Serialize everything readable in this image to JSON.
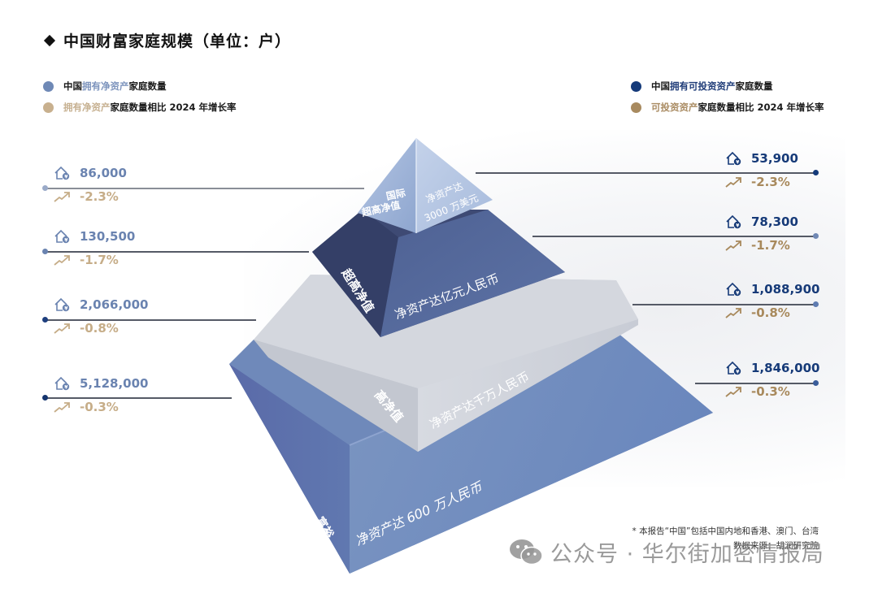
{
  "title": "中国财富家庭规模（单位：户）",
  "legend": {
    "left": [
      {
        "parts": [
          {
            "text": "中国",
            "color": "#1a1a1a"
          },
          {
            "text": "拥有净资产",
            "color": "#7d94bd"
          },
          {
            "text": "家庭数量",
            "color": "#1a1a1a"
          }
        ],
        "dot_color": "#6f89b6"
      },
      {
        "parts": [
          {
            "text": "拥有净资产",
            "color": "#c6b090"
          },
          {
            "text": "家庭数量相比 2024 年增长率",
            "color": "#1a1a1a"
          }
        ],
        "dot_color": "#c8b08e"
      }
    ],
    "right": [
      {
        "parts": [
          {
            "text": "中国",
            "color": "#1a1a1a"
          },
          {
            "text": "拥有可投资资产",
            "color": "#1f3c78"
          },
          {
            "text": "家庭数量",
            "color": "#1a1a1a"
          }
        ],
        "dot_color": "#153a7a"
      },
      {
        "parts": [
          {
            "text": "可投资资产",
            "color": "#a98b62"
          },
          {
            "text": "家庭数量相比 2024 年增长率",
            "color": "#1a1a1a"
          }
        ],
        "dot_color": "#a88a5f"
      }
    ]
  },
  "pyramid": {
    "tiers": [
      {
        "name": "国际超高净值",
        "side_label_1": "国际",
        "side_label_2": "超高净值",
        "front_label_1": "净资产达",
        "front_label_2": "3000 万美元"
      },
      {
        "name": "超高净值",
        "side_label": "超高净值",
        "front_label": "净资产达亿元人民币"
      },
      {
        "name": "高净值",
        "side_label": "高净值",
        "front_label": "净资产达千万人民币"
      },
      {
        "name": "富裕",
        "side_label": "富裕",
        "front_label": "净资产达 600 万人民币"
      }
    ]
  },
  "colors": {
    "net_value": "#6a83b0",
    "net_growth": "#c6ad88",
    "inv_value": "#163a78",
    "inv_growth": "#a8895c"
  },
  "chart_data": {
    "type": "table",
    "title": "中国财富家庭规模（单位：户）",
    "categories": [
      "国际超高净值（净资产达3000万美元）",
      "超高净值（净资产达亿元人民币）",
      "高净值（净资产达千万人民币）",
      "富裕（净资产达600万人民币）"
    ],
    "series": [
      {
        "name": "中国拥有净资产家庭数量",
        "values": [
          86000,
          130500,
          2066000,
          5128000
        ]
      },
      {
        "name": "拥有净资产家庭数量相比2024年增长率(%)",
        "values": [
          -2.3,
          -1.7,
          -0.8,
          -0.3
        ]
      },
      {
        "name": "中国拥有可投资资产家庭数量",
        "values": [
          53900,
          78300,
          1088900,
          1846000
        ]
      },
      {
        "name": "可投资资产家庭数量相比2024年增长率(%)",
        "values": [
          -2.3,
          -1.7,
          -0.8,
          -0.3
        ]
      }
    ]
  },
  "left_callouts": [
    {
      "value": "86,000",
      "growth": "-2.3%"
    },
    {
      "value": "130,500",
      "growth": "-1.7%"
    },
    {
      "value": "2,066,000",
      "growth": "-0.8%"
    },
    {
      "value": "5,128,000",
      "growth": "-0.3%"
    }
  ],
  "right_callouts": [
    {
      "value": "53,900",
      "growth": "-2.3%"
    },
    {
      "value": "78,300",
      "growth": "-1.7%"
    },
    {
      "value": "1,088,900",
      "growth": "-0.8%"
    },
    {
      "value": "1,846,000",
      "growth": "-0.3%"
    }
  ],
  "footnote": {
    "line1": "* 本报告“中国”包括中国内地和香港、澳门、台湾",
    "line2": "数据来源：胡润研究院"
  },
  "watermark": "公众号 · 华尔街加密情报局"
}
